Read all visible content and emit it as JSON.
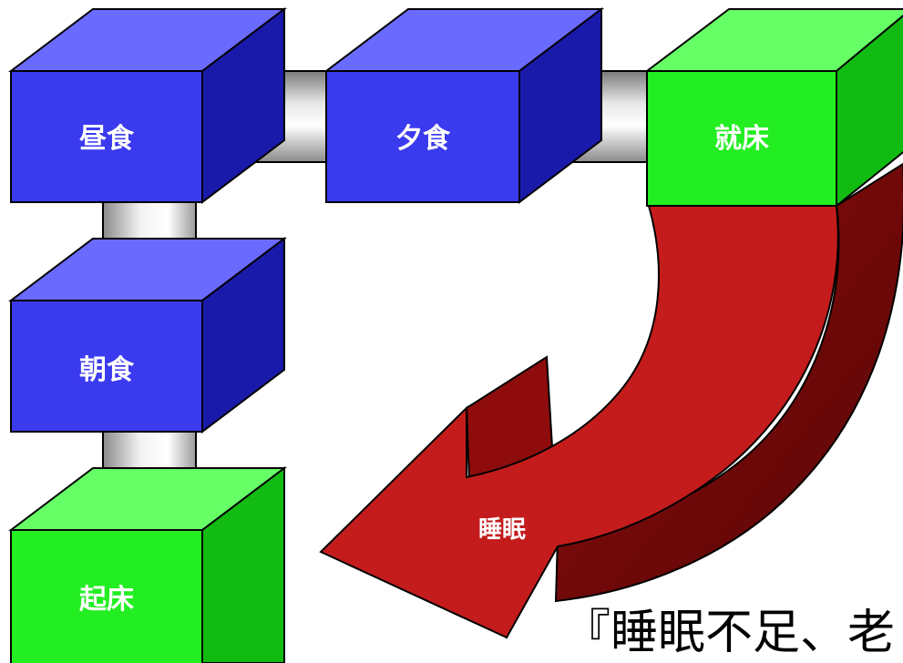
{
  "nodes": {
    "lunch": {
      "label": "昼食",
      "color": "#3333ee"
    },
    "dinner": {
      "label": "夕食",
      "color": "#3333ee"
    },
    "bedtime": {
      "label": "就床",
      "color": "#22ee22"
    },
    "breakfast": {
      "label": "朝食",
      "color": "#3333ee"
    },
    "wakeup": {
      "label": "起床",
      "color": "#22ee22"
    }
  },
  "arrow": {
    "label": "睡眠",
    "color": "#c01818"
  },
  "caption": {
    "text": "『睡眠不足、老"
  },
  "colors": {
    "connector": "#b8b8b8",
    "outline": "#000000"
  }
}
